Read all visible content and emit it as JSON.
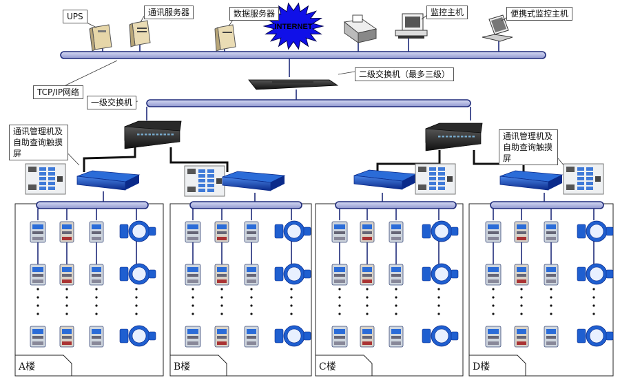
{
  "labels": {
    "ups": "UPS",
    "comm_server": "通讯服务器",
    "data_server": "数据服务器",
    "internet": "INTERNET",
    "monitor_host": "监控主机",
    "portable_monitor": "便携式监控主机",
    "tcpip": "TCP/IP网络",
    "level2_switch": "二级交换机（最多三级）",
    "level1_switch": "一级交换机",
    "mgmt_left": "通讯管理机及自助查询触摸屏",
    "mgmt_right": "通讯管理机及自助查询触摸屏"
  },
  "buildings": [
    {
      "label": "A楼"
    },
    {
      "label": "B楼"
    },
    {
      "label": "C楼"
    },
    {
      "label": "D楼"
    }
  ],
  "colors": {
    "bus_fill": "#aab0dc",
    "bus_stroke": "#1e2a7a",
    "link": "#1e2a7a",
    "cable": "#111111",
    "water_meter": "#1f5fd0",
    "internet_star": "#1010e8"
  }
}
